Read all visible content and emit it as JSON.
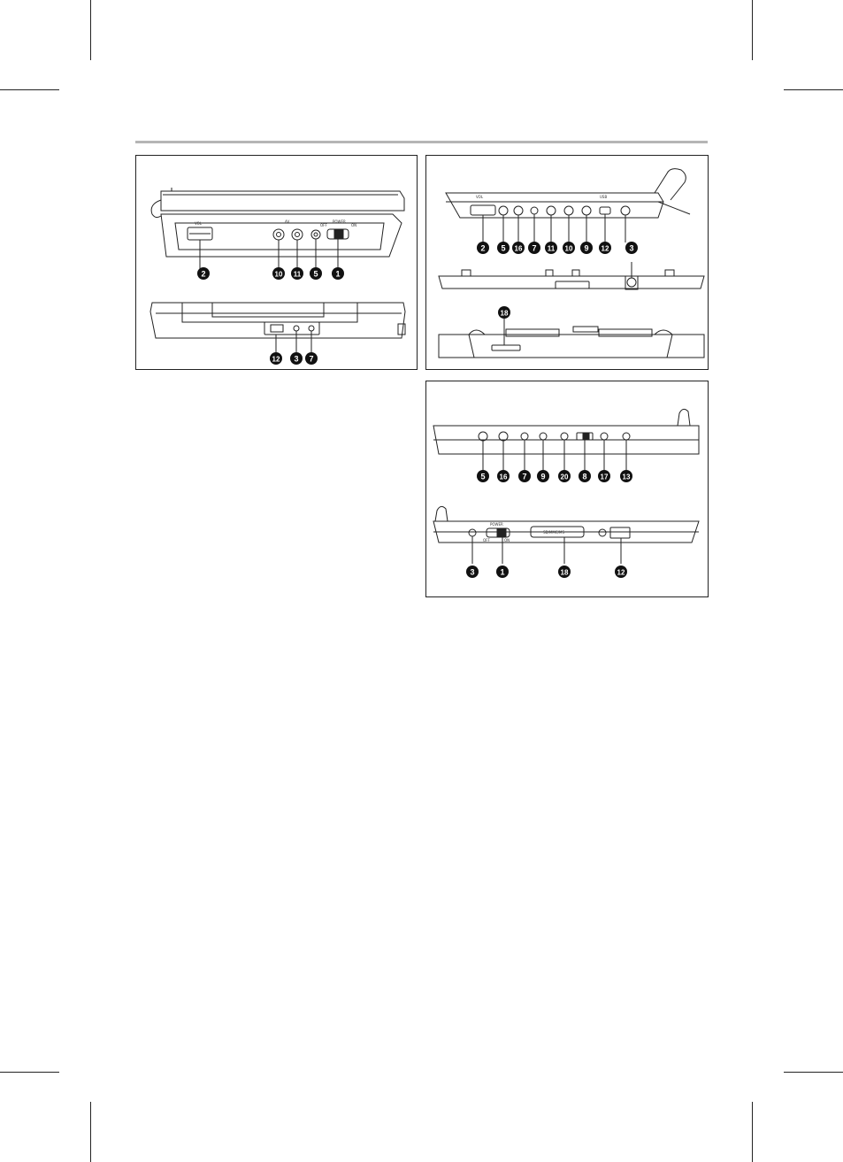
{
  "colors": {
    "ink": "#1a1a1a",
    "rule": "#b5b5b5",
    "badge": "#111111"
  },
  "panel_a": {
    "view1": {
      "labels": {
        "vol": "VOL",
        "av": "AV",
        "power": "POWER",
        "off": "OFF",
        "on": "ON"
      },
      "callouts": [
        "2",
        "10",
        "11",
        "5",
        "1"
      ]
    },
    "view2": {
      "callouts": [
        "12",
        "3",
        "7"
      ]
    }
  },
  "panel_b": {
    "view1": {
      "labels": {
        "vol": "VOL",
        "usb": "USB"
      },
      "callouts": [
        "2",
        "5",
        "16",
        "7",
        "11",
        "10",
        "9",
        "12",
        "3"
      ]
    },
    "view3": {
      "callouts": [
        "18"
      ]
    }
  },
  "panel_c": {
    "view1": {
      "callouts": [
        "5",
        "16",
        "7",
        "9",
        "20",
        "8",
        "17",
        "13"
      ]
    },
    "view2": {
      "labels": {
        "card": "SD/MMC/MS",
        "power": "POWER",
        "off": "OFF",
        "on": "ON"
      },
      "callouts": [
        "3",
        "1",
        "18",
        "12"
      ]
    }
  }
}
